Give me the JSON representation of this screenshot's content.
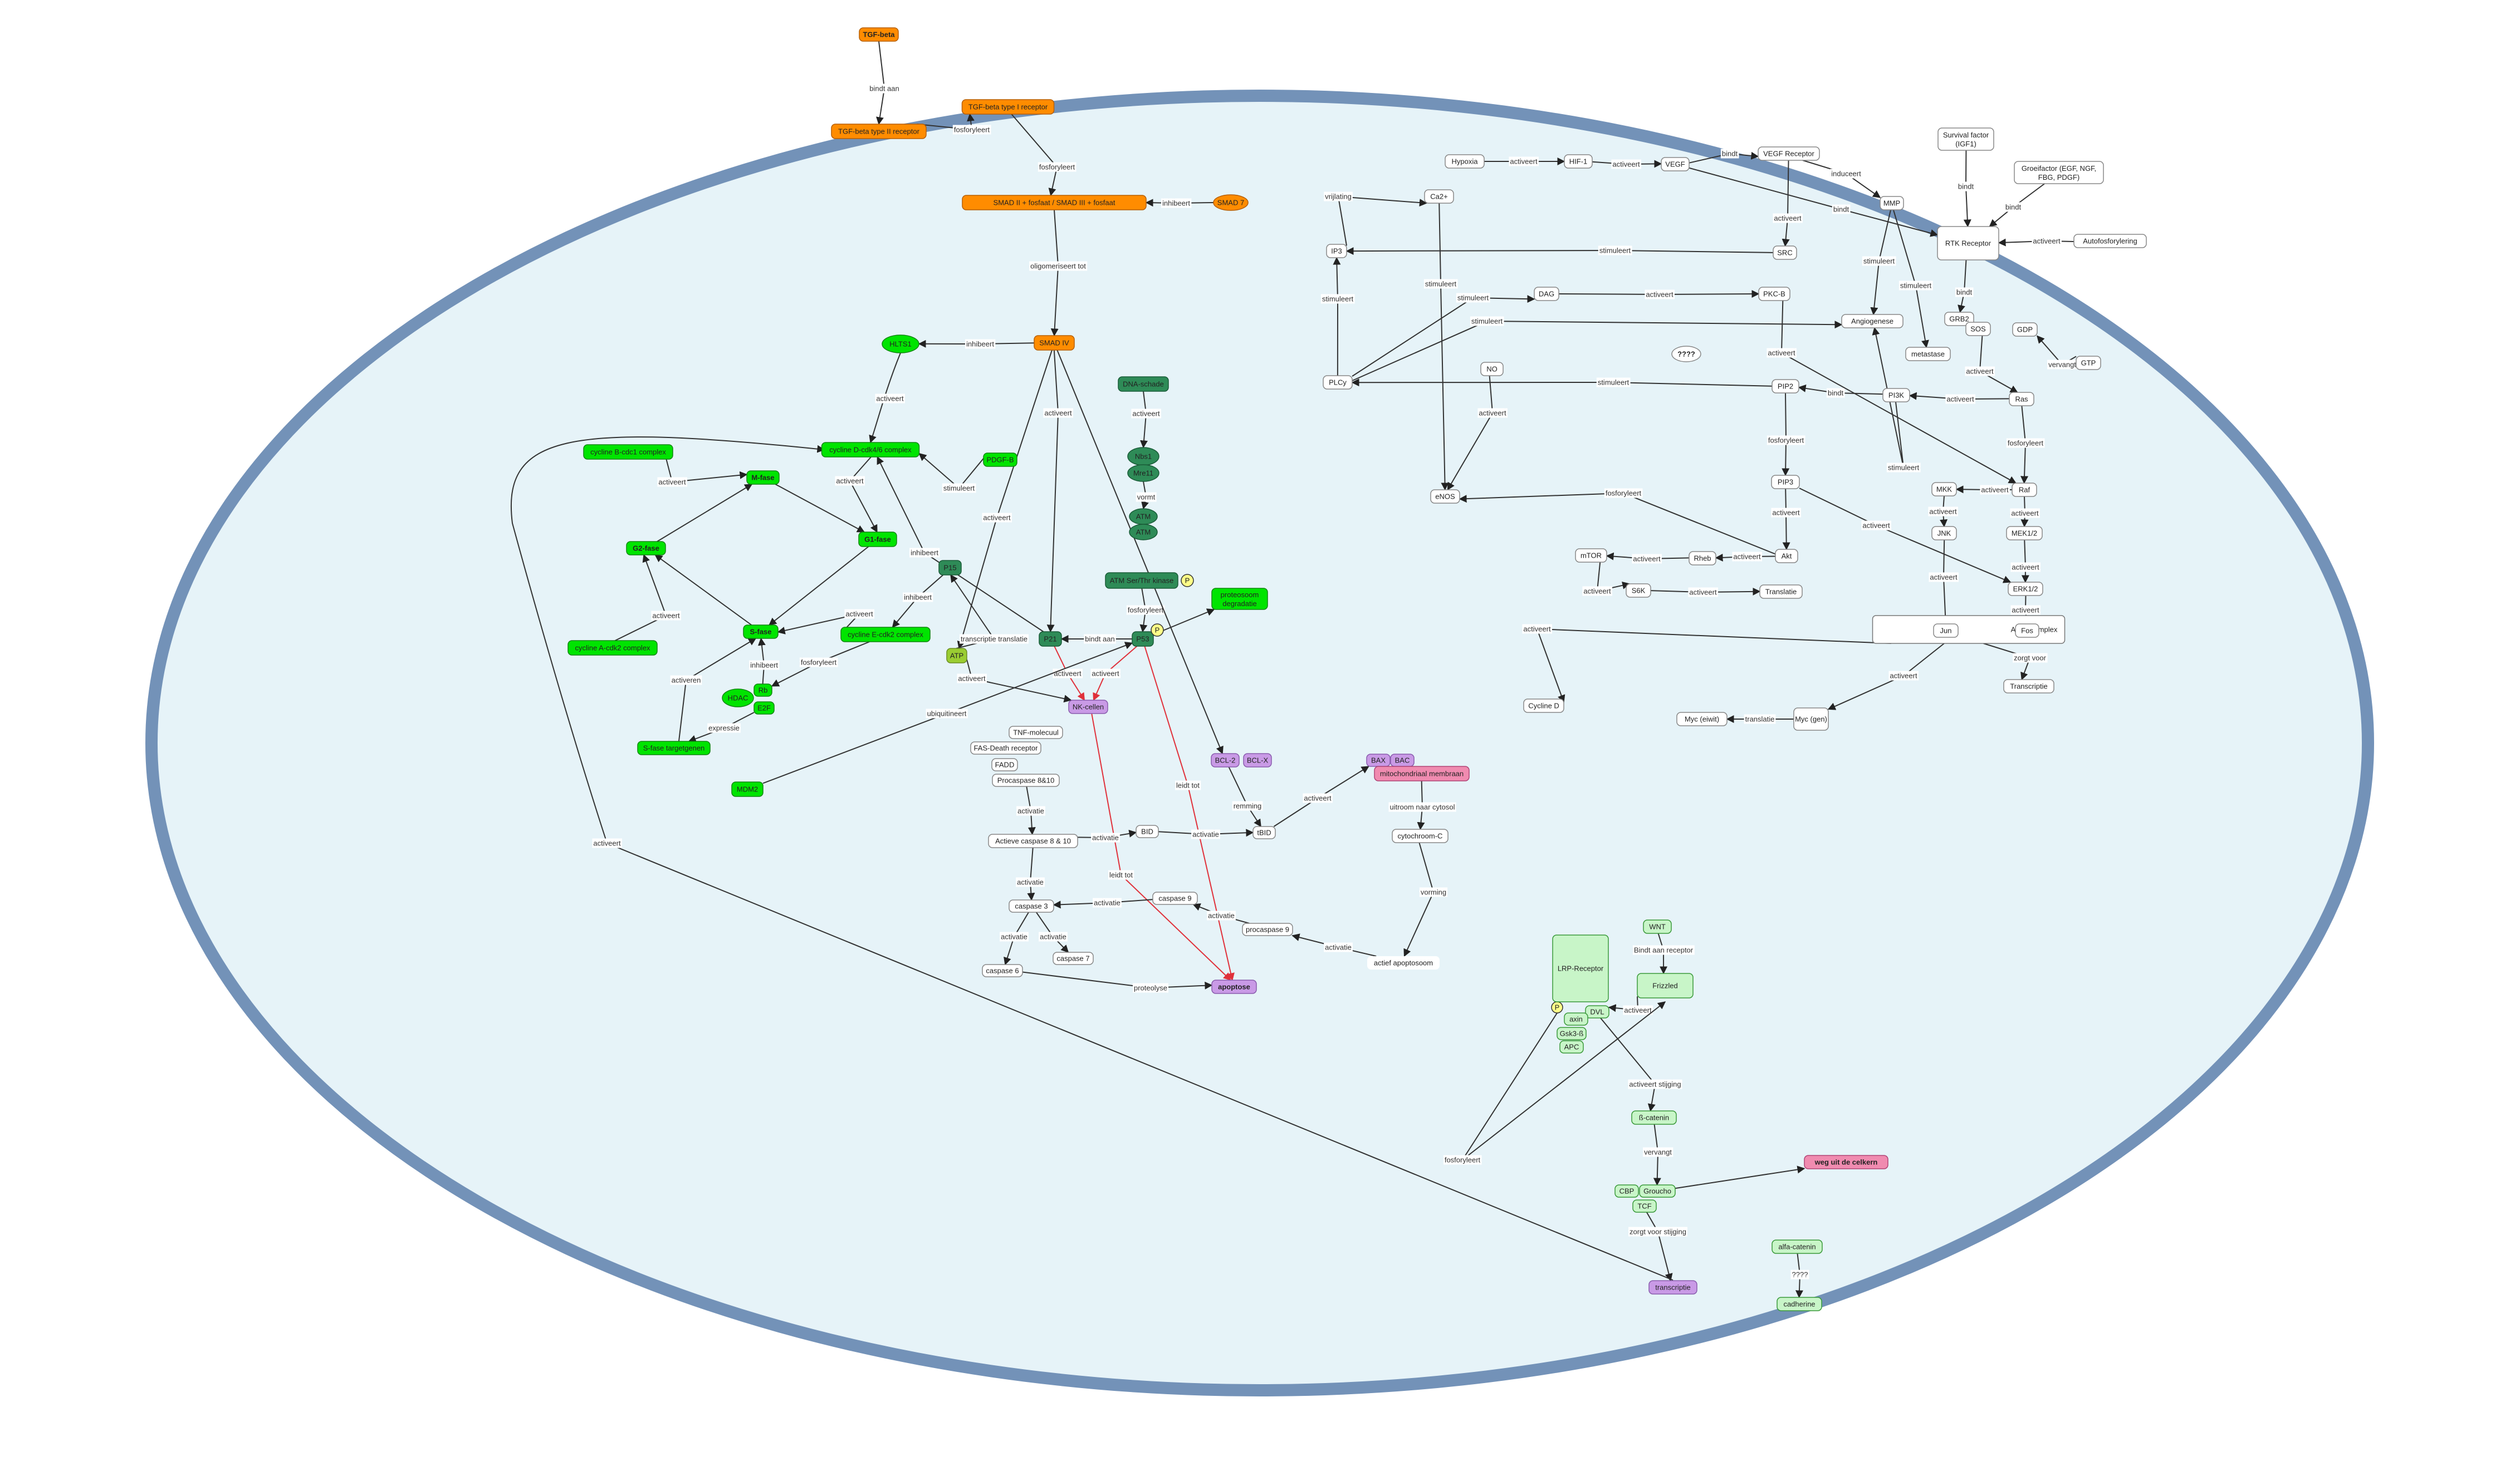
{
  "colors": {
    "membrane": "#7392b8",
    "cytoplasm": "#e6f3f8",
    "orange": "#ff8c00",
    "green": "#00e400",
    "darkgreen": "#2e8b57",
    "olive": "#9acd32",
    "purple": "#c99ae6",
    "pink": "#f08bb0",
    "white": "#ffffff",
    "palegreen": "#c8f5c8",
    "yellow": "#ffff88",
    "edge": "#333333",
    "red": "#e0303a"
  },
  "nodes": [
    {
      "id": "tgfb",
      "label": "TGF-beta",
      "style": "orange",
      "bold": true
    },
    {
      "id": "tgfb2",
      "label": "TGF-beta type II receptor",
      "style": "orange"
    },
    {
      "id": "tgfb1",
      "label": "TGF-beta type I receptor",
      "style": "orange"
    },
    {
      "id": "smad23",
      "label": "SMAD II + fosfaat / SMAD III + fosfaat",
      "style": "orange"
    },
    {
      "id": "smad7",
      "label": "SMAD 7",
      "style": "orange-ellipse"
    },
    {
      "id": "smad4",
      "label": "SMAD IV",
      "style": "orange"
    },
    {
      "id": "hlts1",
      "label": "HLTS1",
      "style": "green-ellipse"
    },
    {
      "id": "cycD",
      "label": "cycline D-cdk4/6 complex",
      "style": "green"
    },
    {
      "id": "cycB",
      "label": "cycline B-cdc1 complex",
      "style": "green"
    },
    {
      "id": "mfase",
      "label": "M-fase",
      "style": "green",
      "bold": true
    },
    {
      "id": "g1fase",
      "label": "G1-fase",
      "style": "green",
      "bold": true
    },
    {
      "id": "g2fase",
      "label": "G2-fase",
      "style": "green",
      "bold": true
    },
    {
      "id": "sfase",
      "label": "S-fase",
      "style": "green",
      "bold": true
    },
    {
      "id": "cycA",
      "label": "cycline A-cdk2 complex",
      "style": "green"
    },
    {
      "id": "cycE",
      "label": "cycline E-cdk2 complex",
      "style": "green"
    },
    {
      "id": "pdgfb",
      "label": "PDGF-B",
      "style": "green"
    },
    {
      "id": "p15",
      "label": "P15",
      "style": "darkgreen"
    },
    {
      "id": "rb",
      "label": "Rb",
      "style": "green"
    },
    {
      "id": "hdac",
      "label": "HDAC",
      "style": "green-ellipse"
    },
    {
      "id": "e2f",
      "label": "E2F",
      "style": "green"
    },
    {
      "id": "sfasegen",
      "label": "S-fase targetgenen",
      "style": "green"
    },
    {
      "id": "mdm2",
      "label": "MDM2",
      "style": "green"
    },
    {
      "id": "atp",
      "label": "ATP",
      "style": "olive"
    },
    {
      "id": "p21",
      "label": "P21",
      "style": "darkgreen"
    },
    {
      "id": "p53",
      "label": "P53",
      "style": "darkgreen"
    },
    {
      "id": "p",
      "label": "P",
      "style": "yellow-circle"
    },
    {
      "id": "p2",
      "label": "P",
      "style": "yellow-circle"
    },
    {
      "id": "p3",
      "label": "P",
      "style": "yellow-circle"
    },
    {
      "id": "dna",
      "label": "DNA-schade",
      "style": "darkgreen"
    },
    {
      "id": "nbs1",
      "label": "Nbs1",
      "style": "darkgreen-ellipse"
    },
    {
      "id": "mre11",
      "label": "Mre11",
      "style": "darkgreen-ellipse"
    },
    {
      "id": "atm1",
      "label": "ATM",
      "style": "darkgreen-ellipse"
    },
    {
      "id": "atm2",
      "label": "ATM",
      "style": "darkgreen-ellipse"
    },
    {
      "id": "atmk",
      "label": "ATM Ser/Thr kinase",
      "style": "darkgreen"
    },
    {
      "id": "proteo",
      "label": "proteosoom degradatie",
      "style": "green"
    },
    {
      "id": "nkcel",
      "label": "NK-cellen",
      "style": "purple"
    },
    {
      "id": "bcl2",
      "label": "BCL-2",
      "style": "purple"
    },
    {
      "id": "bclx",
      "label": "BCL-X",
      "style": "purple"
    },
    {
      "id": "bax",
      "label": "BAX",
      "style": "purple"
    },
    {
      "id": "bac",
      "label": "BAC",
      "style": "purple"
    },
    {
      "id": "mito",
      "label": "mitochondriaal membraan",
      "style": "pink"
    },
    {
      "id": "cytc",
      "label": "cytochroom-C",
      "style": "white"
    },
    {
      "id": "apopt",
      "label": "actief apoptosoom",
      "style": "white-plain"
    },
    {
      "id": "tnf",
      "label": "TNF-molecuul",
      "style": "white"
    },
    {
      "id": "fas",
      "label": "FAS-Death receptor",
      "style": "white"
    },
    {
      "id": "fadd",
      "label": "FADD",
      "style": "white"
    },
    {
      "id": "procasp810",
      "label": "Procaspase 8&10",
      "style": "white"
    },
    {
      "id": "casp810",
      "label": "Actieve caspase 8 & 10",
      "style": "white"
    },
    {
      "id": "bid",
      "label": "BID",
      "style": "white"
    },
    {
      "id": "tbid",
      "label": "tBID",
      "style": "white"
    },
    {
      "id": "casp9",
      "label": "caspase 9",
      "style": "white"
    },
    {
      "id": "procasp9",
      "label": "procaspase 9",
      "style": "white"
    },
    {
      "id": "casp3",
      "label": "caspase 3",
      "style": "white"
    },
    {
      "id": "casp7",
      "label": "caspase 7",
      "style": "white"
    },
    {
      "id": "casp6",
      "label": "caspase 6",
      "style": "white"
    },
    {
      "id": "apoptose",
      "label": "apoptose",
      "style": "purple",
      "bold": true
    },
    {
      "id": "hypoxia",
      "label": "Hypoxia",
      "style": "white"
    },
    {
      "id": "hif1",
      "label": "HIF-1",
      "style": "white"
    },
    {
      "id": "vegf",
      "label": "VEGF",
      "style": "white"
    },
    {
      "id": "vegfr",
      "label": "VEGF Receptor",
      "style": "white"
    },
    {
      "id": "mmp",
      "label": "MMP",
      "style": "white"
    },
    {
      "id": "survival",
      "label": "Survival factor (IGF1)",
      "style": "white"
    },
    {
      "id": "groei",
      "label": "Groeifactor (EGF, NGF, FBG, PDGF)",
      "style": "white"
    },
    {
      "id": "rtk",
      "label": "RTK Receptor",
      "style": "white"
    },
    {
      "id": "autof",
      "label": "Autofosforylering",
      "style": "white"
    },
    {
      "id": "ca2",
      "label": "Ca2+",
      "style": "white"
    },
    {
      "id": "ip3",
      "label": "IP3",
      "style": "white"
    },
    {
      "id": "src",
      "label": "SRC",
      "style": "white"
    },
    {
      "id": "dag",
      "label": "DAG",
      "style": "white"
    },
    {
      "id": "pkcb",
      "label": "PKC-B",
      "style": "white"
    },
    {
      "id": "angio",
      "label": "Angiogenese",
      "style": "white"
    },
    {
      "id": "meta",
      "label": "metastase",
      "style": "white"
    },
    {
      "id": "grb2",
      "label": "GRB2",
      "style": "white"
    },
    {
      "id": "sos",
      "label": "SOS",
      "style": "white"
    },
    {
      "id": "gdp",
      "label": "GDP",
      "style": "white"
    },
    {
      "id": "gtp",
      "label": "GTP",
      "style": "white"
    },
    {
      "id": "ras",
      "label": "Ras",
      "style": "white"
    },
    {
      "id": "unknown",
      "label": "????",
      "style": "white-ellipse",
      "bold": true
    },
    {
      "id": "no",
      "label": "NO",
      "style": "white"
    },
    {
      "id": "plcy",
      "label": "PLCy",
      "style": "white"
    },
    {
      "id": "pip2",
      "label": "PIP2",
      "style": "white"
    },
    {
      "id": "pi3k",
      "label": "PI3K",
      "style": "white"
    },
    {
      "id": "enos",
      "label": "eNOS",
      "style": "white"
    },
    {
      "id": "pip3",
      "label": "PIP3",
      "style": "white"
    },
    {
      "id": "akt",
      "label": "Akt",
      "style": "white"
    },
    {
      "id": "rheb",
      "label": "Rheb",
      "style": "white"
    },
    {
      "id": "mtor",
      "label": "mTOR",
      "style": "white"
    },
    {
      "id": "s6k",
      "label": "S6K",
      "style": "white"
    },
    {
      "id": "translatie",
      "label": "Translatie",
      "style": "white"
    },
    {
      "id": "mkk",
      "label": "MKK",
      "style": "white"
    },
    {
      "id": "raf",
      "label": "Raf",
      "style": "white"
    },
    {
      "id": "jnk",
      "label": "JNK",
      "style": "white"
    },
    {
      "id": "mek",
      "label": "MEK1/2",
      "style": "white"
    },
    {
      "id": "erk",
      "label": "ERK1/2",
      "style": "white"
    },
    {
      "id": "ap1",
      "label": "AP-1 Complex",
      "style": "white-container"
    },
    {
      "id": "jun",
      "label": "Jun",
      "style": "white"
    },
    {
      "id": "fos",
      "label": "Fos",
      "style": "white"
    },
    {
      "id": "transcriptie1",
      "label": "Transcriptie",
      "style": "white"
    },
    {
      "id": "cyclinD",
      "label": "Cycline D",
      "style": "white"
    },
    {
      "id": "myc",
      "label": "Myc (eiwit)",
      "style": "white"
    },
    {
      "id": "mycgen",
      "label": "Myc (gen)",
      "style": "white"
    },
    {
      "id": "wnt",
      "label": "WNT",
      "style": "palegreen"
    },
    {
      "id": "frizzled",
      "label": "Frizzled",
      "style": "palegreen"
    },
    {
      "id": "lrp",
      "label": "LRP-Receptor",
      "style": "palegreen"
    },
    {
      "id": "dvl",
      "label": "DVL",
      "style": "palegreen"
    },
    {
      "id": "axin",
      "label": "axin",
      "style": "palegreen"
    },
    {
      "id": "gsk",
      "label": "Gsk3-ß",
      "style": "palegreen"
    },
    {
      "id": "apc",
      "label": "APC",
      "style": "palegreen"
    },
    {
      "id": "bcat",
      "label": "ß-catenin",
      "style": "palegreen"
    },
    {
      "id": "cbp",
      "label": "CBP",
      "style": "palegreen"
    },
    {
      "id": "groucho",
      "label": "Groucho",
      "style": "palegreen"
    },
    {
      "id": "tcf",
      "label": "TCF",
      "style": "palegreen"
    },
    {
      "id": "weg",
      "label": "weg uit de celkern",
      "style": "pink",
      "bold": true
    },
    {
      "id": "transcriptie2",
      "label": "transcriptie",
      "style": "purple"
    },
    {
      "id": "alfacat",
      "label": "alfa-catenin",
      "style": "palegreen"
    },
    {
      "id": "cadherine",
      "label": "cadherine",
      "style": "palegreen"
    }
  ],
  "edges": [
    {
      "from": "tgfb",
      "to": "tgfb2",
      "label": "bindt aan"
    },
    {
      "from": "tgfb2",
      "to": "tgfb1",
      "label": "fosforyleert"
    },
    {
      "from": "tgfb1",
      "to": "smad23",
      "label": "fosforyleert"
    },
    {
      "from": "smad7",
      "to": "smad23",
      "label": "inhibeert"
    },
    {
      "from": "smad23",
      "to": "smad4",
      "label": "oligomeriseert tot"
    },
    {
      "from": "smad4",
      "to": "hlts1",
      "label": "inhibeert"
    },
    {
      "from": "smad4",
      "to": "p21",
      "label": "activeert"
    },
    {
      "from": "smad4",
      "to": "atp",
      "label": "activeert"
    },
    {
      "from": "hlts1",
      "to": "cycD",
      "label": "activeert"
    },
    {
      "from": "cycB",
      "to": "mfase",
      "label": "activeert"
    },
    {
      "from": "mfase",
      "to": "g1fase",
      "label": ""
    },
    {
      "from": "g2fase",
      "to": "mfase",
      "label": ""
    },
    {
      "from": "cycD",
      "to": "g1fase",
      "label": "activeert"
    },
    {
      "from": "cycA",
      "to": "g2fase",
      "label": "activeert"
    },
    {
      "from": "g1fase",
      "to": "sfase",
      "label": ""
    },
    {
      "from": "sfase",
      "to": "g2fase",
      "label": ""
    },
    {
      "from": "cycE",
      "to": "sfase",
      "label": "activeert"
    },
    {
      "from": "pdgfb",
      "to": "cycD",
      "label": "stimuleert"
    },
    {
      "from": "p15",
      "to": "cycE",
      "label": "inhibeert"
    },
    {
      "from": "p21",
      "to": "cycD",
      "label": "inhibeert"
    },
    {
      "from": "rb",
      "to": "sfase",
      "label": "inhibeert"
    },
    {
      "from": "e2f",
      "to": "sfasegen",
      "label": "expressie"
    },
    {
      "from": "sfasegen",
      "to": "sfase",
      "label": "activeren"
    },
    {
      "from": "cycE",
      "to": "rb",
      "label": "fosforyleert"
    },
    {
      "from": "dna",
      "to": "nbs1",
      "label": "activeert"
    },
    {
      "from": "mre11",
      "to": "atm1",
      "label": "vormt"
    },
    {
      "from": "atmk",
      "to": "p53",
      "label": "fosforyleert"
    },
    {
      "from": "p53",
      "to": "p21",
      "label": "bindt aan"
    },
    {
      "from": "p53",
      "to": "proteo",
      "label": ""
    },
    {
      "from": "p53",
      "to": "nkcel",
      "label": "activeert"
    },
    {
      "from": "p21",
      "to": "nkcel",
      "label": "activeert"
    },
    {
      "from": "atp",
      "to": "nkcel",
      "label": "activeert"
    },
    {
      "from": "mdm2",
      "to": "p53",
      "label": "ubiquitineert"
    },
    {
      "from": "atp",
      "to": "p15",
      "label": "transcriptie translatie"
    },
    {
      "from": "nkcel",
      "to": "apoptose",
      "label": "leidt tot"
    },
    {
      "from": "p53",
      "to": "apoptose",
      "label": "leidt tot"
    },
    {
      "from": "smad4",
      "to": "bcl2",
      "label": ""
    },
    {
      "from": "bcl2",
      "to": "tbid",
      "label": "remming"
    },
    {
      "from": "tbid",
      "to": "bax",
      "label": "activeert"
    },
    {
      "from": "mito",
      "to": "cytc",
      "label": "uitroom naar cytosol"
    },
    {
      "from": "cytc",
      "to": "apopt",
      "label": "vorming"
    },
    {
      "from": "apopt",
      "to": "procasp9",
      "label": "activatie"
    },
    {
      "from": "procasp9",
      "to": "casp9",
      "label": "activatie"
    },
    {
      "from": "casp9",
      "to": "casp3",
      "label": "activatie"
    },
    {
      "from": "procasp810",
      "to": "casp810",
      "label": "activatie"
    },
    {
      "from": "casp810",
      "to": "bid",
      "label": "activatie"
    },
    {
      "from": "bid",
      "to": "tbid",
      "label": "activatie"
    },
    {
      "from": "casp810",
      "to": "casp3",
      "label": "activatie"
    },
    {
      "from": "casp3",
      "to": "casp6",
      "label": "activatie"
    },
    {
      "from": "casp3",
      "to": "casp7",
      "label": "activatie"
    },
    {
      "from": "casp6",
      "to": "apoptose",
      "label": "proteolyse"
    },
    {
      "from": "hypoxia",
      "to": "hif1",
      "label": "activeert"
    },
    {
      "from": "hif1",
      "to": "vegf",
      "label": "activeert"
    },
    {
      "from": "vegf",
      "to": "vegfr",
      "label": "bindt"
    },
    {
      "from": "vegfr",
      "to": "mmp",
      "label": "induceert"
    },
    {
      "from": "vegf",
      "to": "rtk",
      "label": "bindt"
    },
    {
      "from": "vegfr",
      "to": "src",
      "label": "activeert"
    },
    {
      "from": "survival",
      "to": "rtk",
      "label": "bindt"
    },
    {
      "from": "groei",
      "to": "rtk",
      "label": "bindt"
    },
    {
      "from": "autof",
      "to": "rtk",
      "label": "activeert"
    },
    {
      "from": "src",
      "to": "ip3",
      "label": "stimuleert"
    },
    {
      "from": "mmp",
      "to": "angio",
      "label": "stimuleert"
    },
    {
      "from": "mmp",
      "to": "meta",
      "label": "stimuleert"
    },
    {
      "from": "rtk",
      "to": "grb2",
      "label": "bindt"
    },
    {
      "from": "sos",
      "to": "ras",
      "label": "activeert"
    },
    {
      "from": "gtp",
      "to": "gdp",
      "label": "vervangt"
    },
    {
      "from": "ras",
      "to": "pi3k",
      "label": "activeert"
    },
    {
      "from": "ras",
      "to": "raf",
      "label": "fosforyleert"
    },
    {
      "from": "plcy",
      "to": "ip3",
      "label": "stimuleert"
    },
    {
      "from": "plcy",
      "to": "dag",
      "label": "stimuleert"
    },
    {
      "from": "dag",
      "to": "pkcb",
      "label": "activeert"
    },
    {
      "from": "plcy",
      "to": "angio",
      "label": "stimuleert"
    },
    {
      "from": "ip3",
      "to": "ca2",
      "label": "vrijlating"
    },
    {
      "from": "ca2",
      "to": "enos",
      "label": "stimuleert"
    },
    {
      "from": "no",
      "to": "enos",
      "label": "activeert"
    },
    {
      "from": "pip2",
      "to": "plcy",
      "label": "stimuleert"
    },
    {
      "from": "pi3k",
      "to": "pip2",
      "label": "bindt"
    },
    {
      "from": "pip2",
      "to": "pip3",
      "label": "fosforyleert"
    },
    {
      "from": "pip3",
      "to": "akt",
      "label": "activeert"
    },
    {
      "from": "akt",
      "to": "enos",
      "label": "fosforyleert"
    },
    {
      "from": "akt",
      "to": "rheb",
      "label": "activeert"
    },
    {
      "from": "rheb",
      "to": "mtor",
      "label": "activeert"
    },
    {
      "from": "mtor",
      "to": "s6k",
      "label": "activeert"
    },
    {
      "from": "s6k",
      "to": "translatie",
      "label": "activeert"
    },
    {
      "from": "pkcb",
      "to": "raf",
      "label": "activeert"
    },
    {
      "from": "pi3k",
      "to": "angio",
      "label": "stimuleert"
    },
    {
      "from": "raf",
      "to": "mkk",
      "label": "activeert"
    },
    {
      "from": "raf",
      "to": "mek",
      "label": "activeert"
    },
    {
      "from": "mkk",
      "to": "jnk",
      "label": "activeert"
    },
    {
      "from": "mek",
      "to": "erk",
      "label": "activeert"
    },
    {
      "from": "jnk",
      "to": "jun",
      "label": "activeert"
    },
    {
      "from": "erk",
      "to": "fos",
      "label": "activeert"
    },
    {
      "from": "pip3",
      "to": "erk",
      "label": "activeert"
    },
    {
      "from": "ap1",
      "to": "transcriptie1",
      "label": "zorgt voor"
    },
    {
      "from": "ap1",
      "to": "cyclinD",
      "label": "activeert"
    },
    {
      "from": "ap1",
      "to": "mycgen",
      "label": "activeert"
    },
    {
      "from": "mycgen",
      "to": "myc",
      "label": "translatie"
    },
    {
      "from": "wnt",
      "to": "frizzled",
      "label": "Bindt aan receptor"
    },
    {
      "from": "frizzled",
      "to": "dvl",
      "label": "activeert"
    },
    {
      "from": "dvl",
      "to": "bcat",
      "label": "activeert stijging"
    },
    {
      "from": "bcat",
      "to": "groucho",
      "label": "vervangt"
    },
    {
      "from": "groucho",
      "to": "weg",
      "label": ""
    },
    {
      "from": "tcf",
      "to": "transcriptie2",
      "label": "zorgt voor stijging"
    },
    {
      "from": "alfacat",
      "to": "cadherine",
      "label": "????"
    },
    {
      "from": "transcriptie2",
      "to": "cycD",
      "label": "activeert"
    },
    {
      "from": "p2",
      "to": "lrp",
      "label": "fosforyleert"
    }
  ]
}
